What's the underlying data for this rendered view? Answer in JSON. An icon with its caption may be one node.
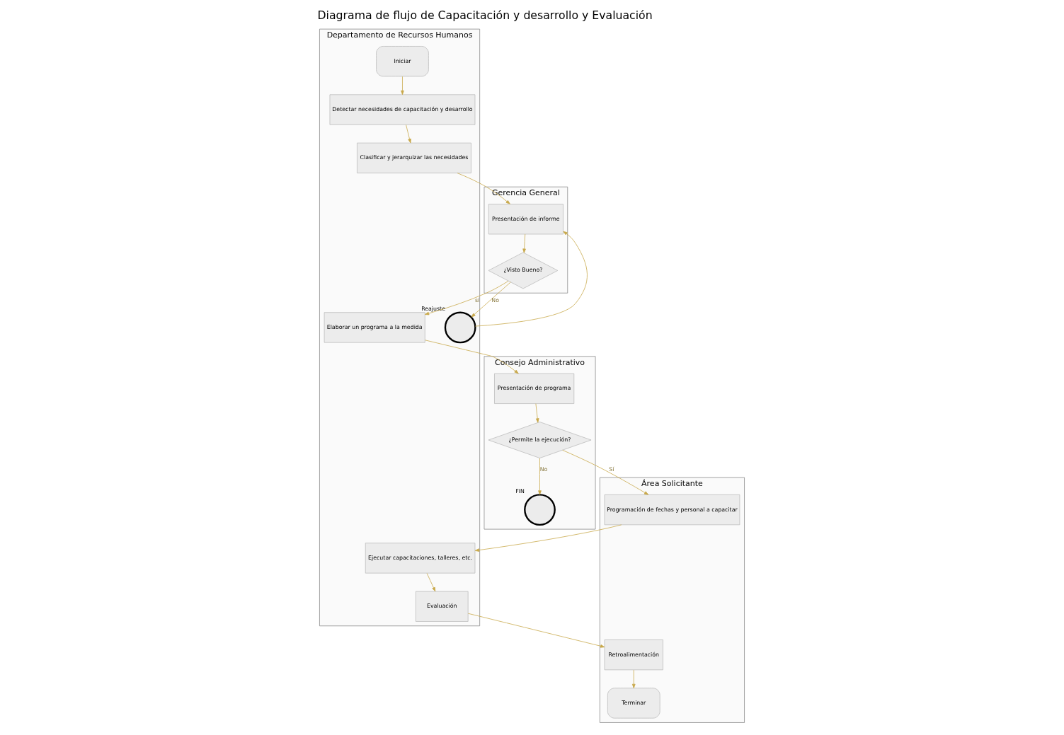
{
  "diagram": {
    "title": "Diagrama de flujo de Capacitación y desarrollo y Evaluación",
    "nodes": [
      {
        "text": [
          "Departamento de Recursos Humanos"
        ]
      },
      {
        "text": [
          "Área Solicitante"
        ]
      },
      {
        "text": [
          "Gerencia General"
        ]
      },
      {
        "text": [
          "Consejo Administrativo"
        ]
      },
      {
        "text": [
          "Iniciar"
        ],
        "in": 0
      },
      {
        "text": [
          "Detectar necesidades de capacitación y desarrollo"
        ],
        "in": 0
      },
      {
        "text": [],
        "shape": "circle",
        "beside": [
          "Reajuste"
        ],
        "in": 0
      },
      {
        "text": [
          "Clasificar y jerarquizar las necesidades"
        ],
        "in": 0
      },
      {
        "text": [
          "Elaborar un programa a la medida"
        ],
        "in": 0
      },
      {
        "text": [
          "Ejecutar capacitaciones, talleres, etc."
        ],
        "in": 0
      },
      {
        "text": [
          "Evaluación"
        ],
        "in": 0
      },
      {
        "text": [
          "Programación de fechas y personal a capacitar"
        ],
        "in": 1
      },
      {
        "text": [
          "Retroalimentación"
        ],
        "in": 1
      },
      {
        "text": [
          "Terminar"
        ],
        "in": 1
      },
      {
        "text": [
          "Presentación de informe"
        ],
        "in": 2
      },
      {
        "text": [
          "¿Visto Bueno?"
        ],
        "in": 2
      },
      {
        "text": [
          "Presentación de programa"
        ],
        "in": 3
      },
      {
        "text": [
          "¿Permite la ejecución?"
        ],
        "in": 3
      },
      {
        "text": [],
        "shape": "circle",
        "beside": [
          "FIN"
        ],
        "in": 3
      }
    ],
    "edges": [
      {
        "from": 4,
        "to": 5,
        "arrow": "to"
      },
      {
        "from": 5,
        "to": 7,
        "arrow": "to"
      },
      {
        "from": 6,
        "to": 14,
        "arrow": "to"
      },
      {
        "from": 7,
        "to": 14,
        "arrow": "to"
      },
      {
        "from": 14,
        "to": 15,
        "arrow": "to"
      },
      {
        "from": 15,
        "to": 6,
        "arrow": "to",
        "label": "No"
      },
      {
        "from": 15,
        "to": 8,
        "arrow": "to",
        "label": "sí"
      },
      {
        "from": 8,
        "to": 16,
        "arrow": "to"
      },
      {
        "from": 16,
        "to": 17,
        "arrow": "to"
      },
      {
        "from": 17,
        "to": 11,
        "arrow": "to",
        "label": "Sí"
      },
      {
        "from": 17,
        "to": 18,
        "arrow": "to",
        "label": "No"
      },
      {
        "from": 11,
        "to": 9,
        "arrow": "to"
      },
      {
        "from": 9,
        "to": 10,
        "arrow": "to"
      },
      {
        "from": 10,
        "to": 12,
        "arrow": "to"
      },
      {
        "from": 12,
        "to": 13,
        "arrow": "to"
      }
    ]
  }
}
